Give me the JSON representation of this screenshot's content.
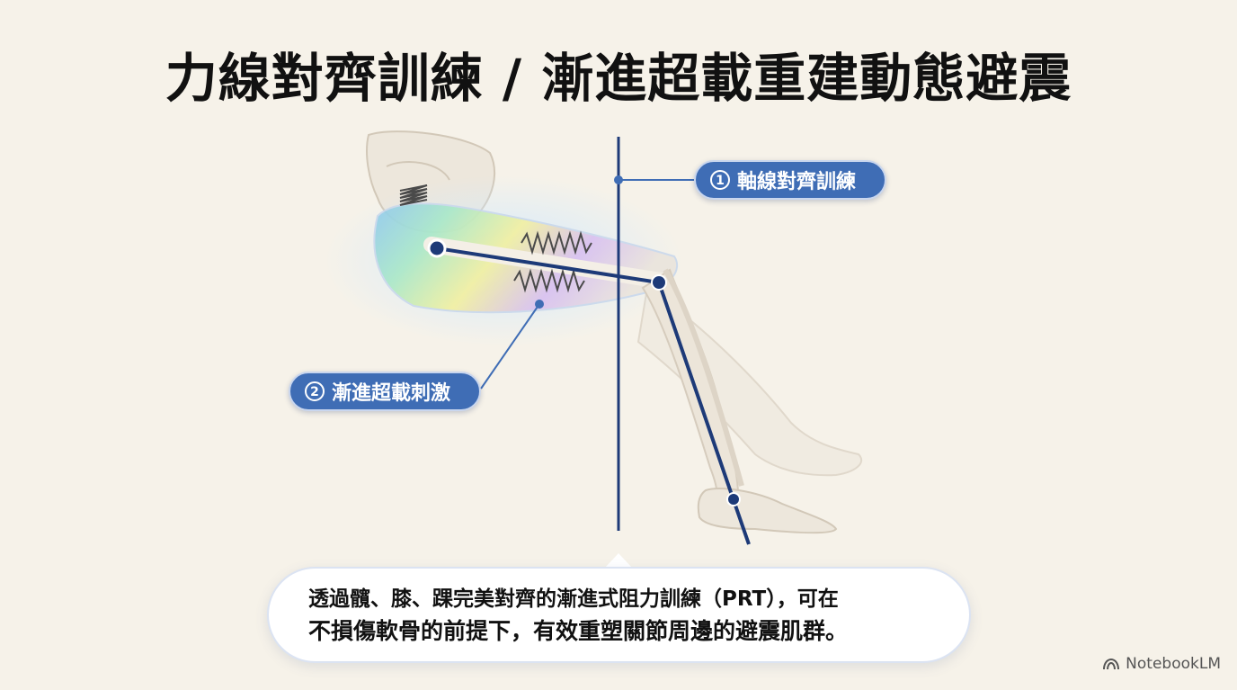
{
  "title": "力線對齊訓練 / 漸進超載重建動態避震",
  "labels": {
    "label1_number": "1",
    "label1_text": "軸線對齊訓練",
    "label2_number": "2",
    "label2_text": "漸進超載刺激"
  },
  "caption": {
    "line1": "透過髖、膝、踝完美對齊的漸進式阻力訓練（PRT），可在",
    "line2": "不損傷軟骨的前提下，有效重塑關節周邊的避震肌群。"
  },
  "brand": {
    "name": "NotebookLM"
  },
  "colors": {
    "background": "#f6f2e9",
    "accent_blue": "#3f6db5",
    "axis_navy": "#1d3a78",
    "bone": "#ebe4d8"
  }
}
